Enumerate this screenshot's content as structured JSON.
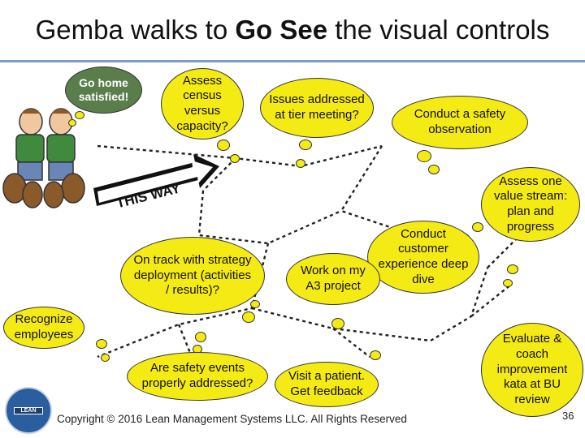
{
  "slide": {
    "title_part1": "Gemba walks to ",
    "title_bold": "Go See",
    "title_part2": " the visual controls",
    "sign_text": "THIS WAY",
    "bubbles": {
      "go_home": "Go home satisfied!",
      "assess_census": "Assess census versus capacity?",
      "issues": "Issues addressed at tier meeting?",
      "safety_obs": "Conduct a safety observation",
      "value_stream": "Assess one value stream: plan and progress",
      "customer": "Conduct customer experience deep dive",
      "a3": "Work on my A3 project",
      "strategy": "On track with strategy deployment (activities / results)?",
      "recognize": "Recognize employees",
      "safety_events": "Are safety events properly addressed?",
      "patient": "Visit a patient. Get feedback",
      "kata": "Evaluate & coach improvement kata at BU review"
    },
    "copyright": "Copyright © 2016 Lean Management Systems LLC. All Rights Reserved",
    "page_number": "36",
    "logo_label": "LEAN",
    "colors": {
      "bubble": "#f4ea14",
      "bubble_dark": "#5a7d4c",
      "rule": "#7a9cc6",
      "path": "#222222"
    }
  }
}
